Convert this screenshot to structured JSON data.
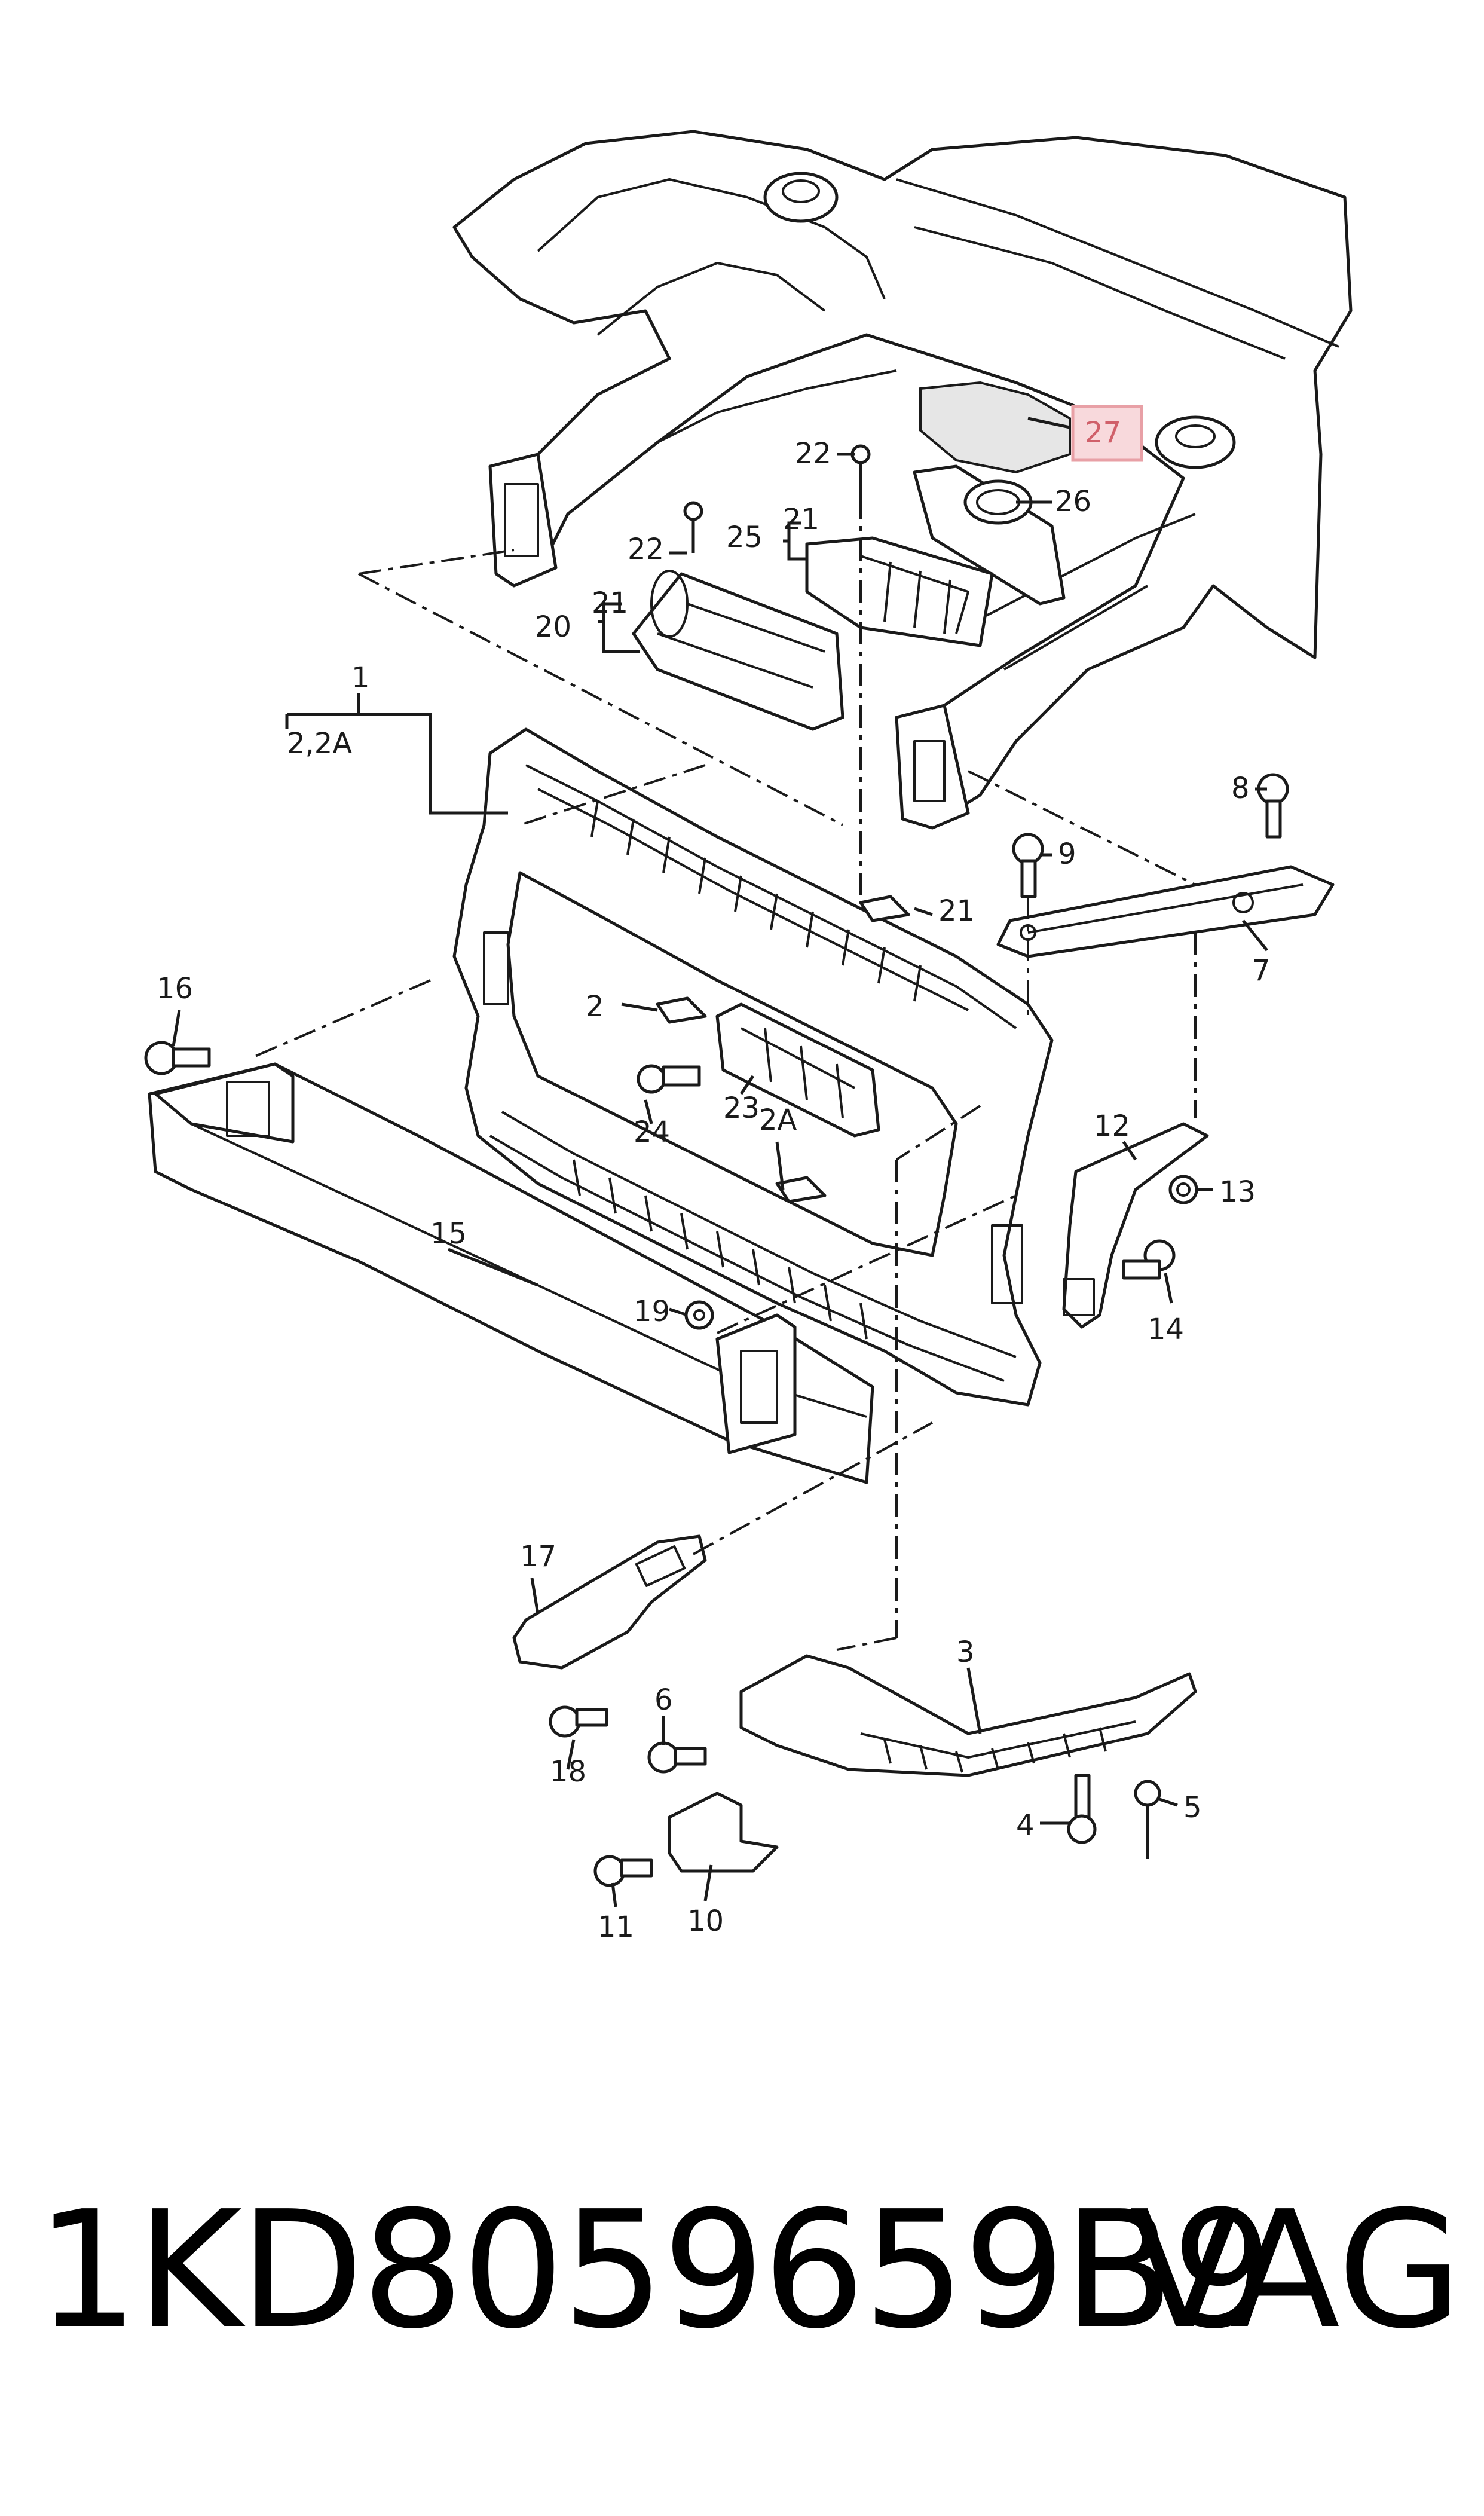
{
  "diagram": {
    "callouts": {
      "c1": "1",
      "c2_2a": "2,2A",
      "c2": "2",
      "c2a": "2A",
      "c3": "3",
      "c4": "4",
      "c5": "5",
      "c6": "6",
      "c7": "7",
      "c8": "8",
      "c9": "9",
      "c10": "10",
      "c11": "11",
      "c12": "12",
      "c13": "13",
      "c14": "14",
      "c15": "15",
      "c16": "16",
      "c17": "17",
      "c18": "18",
      "c19": "19",
      "c20": "20",
      "c21a": "21",
      "c21b": "21",
      "c21c": "21",
      "c22a": "22",
      "c22b": "22",
      "c23": "23",
      "c24": "24",
      "c25": "25",
      "c26": "26",
      "c27": "27"
    },
    "highlight_color": "#e8a0a6"
  },
  "footer": {
    "part_number": "1KD8059659B9",
    "brand": "VAG"
  }
}
